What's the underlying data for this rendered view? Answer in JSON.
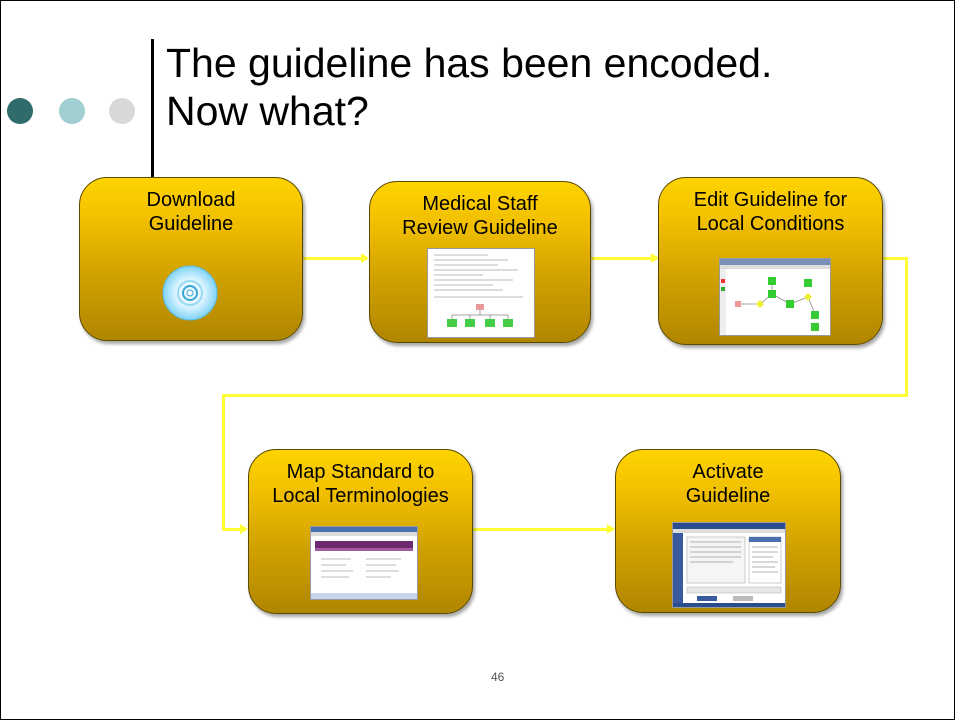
{
  "slide": {
    "title_line1": "The guideline has been encoded.",
    "title_line2": "Now what?",
    "page_number": "46"
  },
  "colors": {
    "box_top": "#ffd400",
    "box_bottom": "#b08600",
    "connector": "#ffff33",
    "dot1": "#2f6b6b",
    "dot2": "#9fcfd0",
    "dot3": "#d8d8d8"
  },
  "steps": [
    {
      "line1": "Download",
      "line2": "Guideline",
      "icon": "cd-disc-icon"
    },
    {
      "line1": "Medical Staff",
      "line2": "Review Guideline",
      "icon": "document-screenshot-icon"
    },
    {
      "line1": "Edit Guideline for",
      "line2": "Local Conditions",
      "icon": "flowchart-editor-screenshot-icon"
    },
    {
      "line1": "Map Standard to",
      "line2": "Local Terminologies",
      "icon": "terminology-mapping-screenshot-icon"
    },
    {
      "line1": "Activate",
      "line2": "Guideline",
      "icon": "activation-screenshot-icon"
    }
  ]
}
